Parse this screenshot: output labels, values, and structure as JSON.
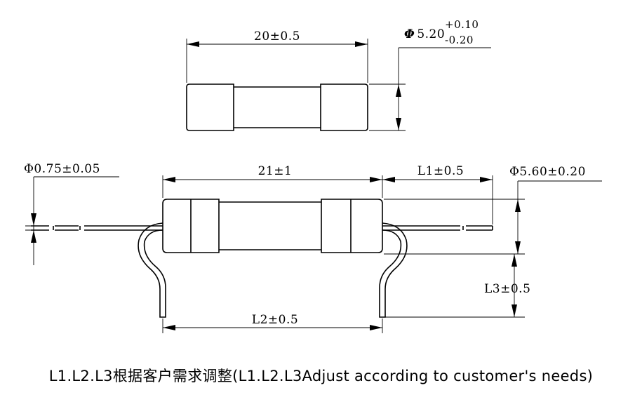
{
  "top_fuse": {
    "length_label": "20±0.5",
    "diameter": {
      "symbol": "Φ",
      "nominal": "5.20",
      "upper_tol": "+0.10",
      "lower_tol": "-0.20"
    }
  },
  "bottom_fuse": {
    "body_length_label": "21±1",
    "lead_diameter_label": "Φ0.75±0.05",
    "l1_label": "L1±0.5",
    "body_diameter_label": "Φ5.60±0.20",
    "l2_label": "L2±0.5",
    "l3_label": "L3±0.5"
  },
  "caption": "L1.L2.L3根据客户需求调整(L1.L2.L3Adjust according to customer's needs)"
}
